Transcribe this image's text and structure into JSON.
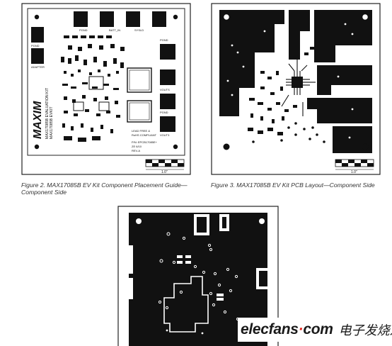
{
  "figures": {
    "fig2": {
      "caption_line1": "Figure 2. MAX17085B EV Kit Component Placement Guide—",
      "caption_line2": "Component Side",
      "board": {
        "logo": "MAXIM",
        "board_name": "MAX17085B EVALUATION KIT",
        "part_number": "MAX17085B EVKIT",
        "labels": {
          "pgnd_top": "PGND",
          "batt_in": "BATT_IN",
          "sysld": "SYSLD",
          "pgnd_right": "PGND",
          "pgnd_left": "PGND",
          "adapter": "ADAPTER",
          "vouts": "VOUTS",
          "pgnd_mid": "PGND",
          "vout3": "VOUT3",
          "lead_free": "LEAD FREE &",
          "rohs": "RoHS COMPLIANT",
          "pn": "P/N: EPCB17085E+",
          "date": "ZE 6/10",
          "rev": "REV-A"
        }
      },
      "scale_label": "1.0\""
    },
    "fig3": {
      "caption_line1": "Figure 3. MAX17085B EV Kit PCB Layout—Component Side",
      "scale_label": "1.0\""
    },
    "fig4": {}
  },
  "watermark": {
    "brand_part1": "elecfans",
    "brand_dot": "·",
    "brand_part2": "com",
    "chinese_text": "电子发烧友"
  },
  "colors": {
    "copper": "#111111",
    "board": "#ffffff",
    "frame": "#222222",
    "watermark_dot": "#e3231b"
  }
}
